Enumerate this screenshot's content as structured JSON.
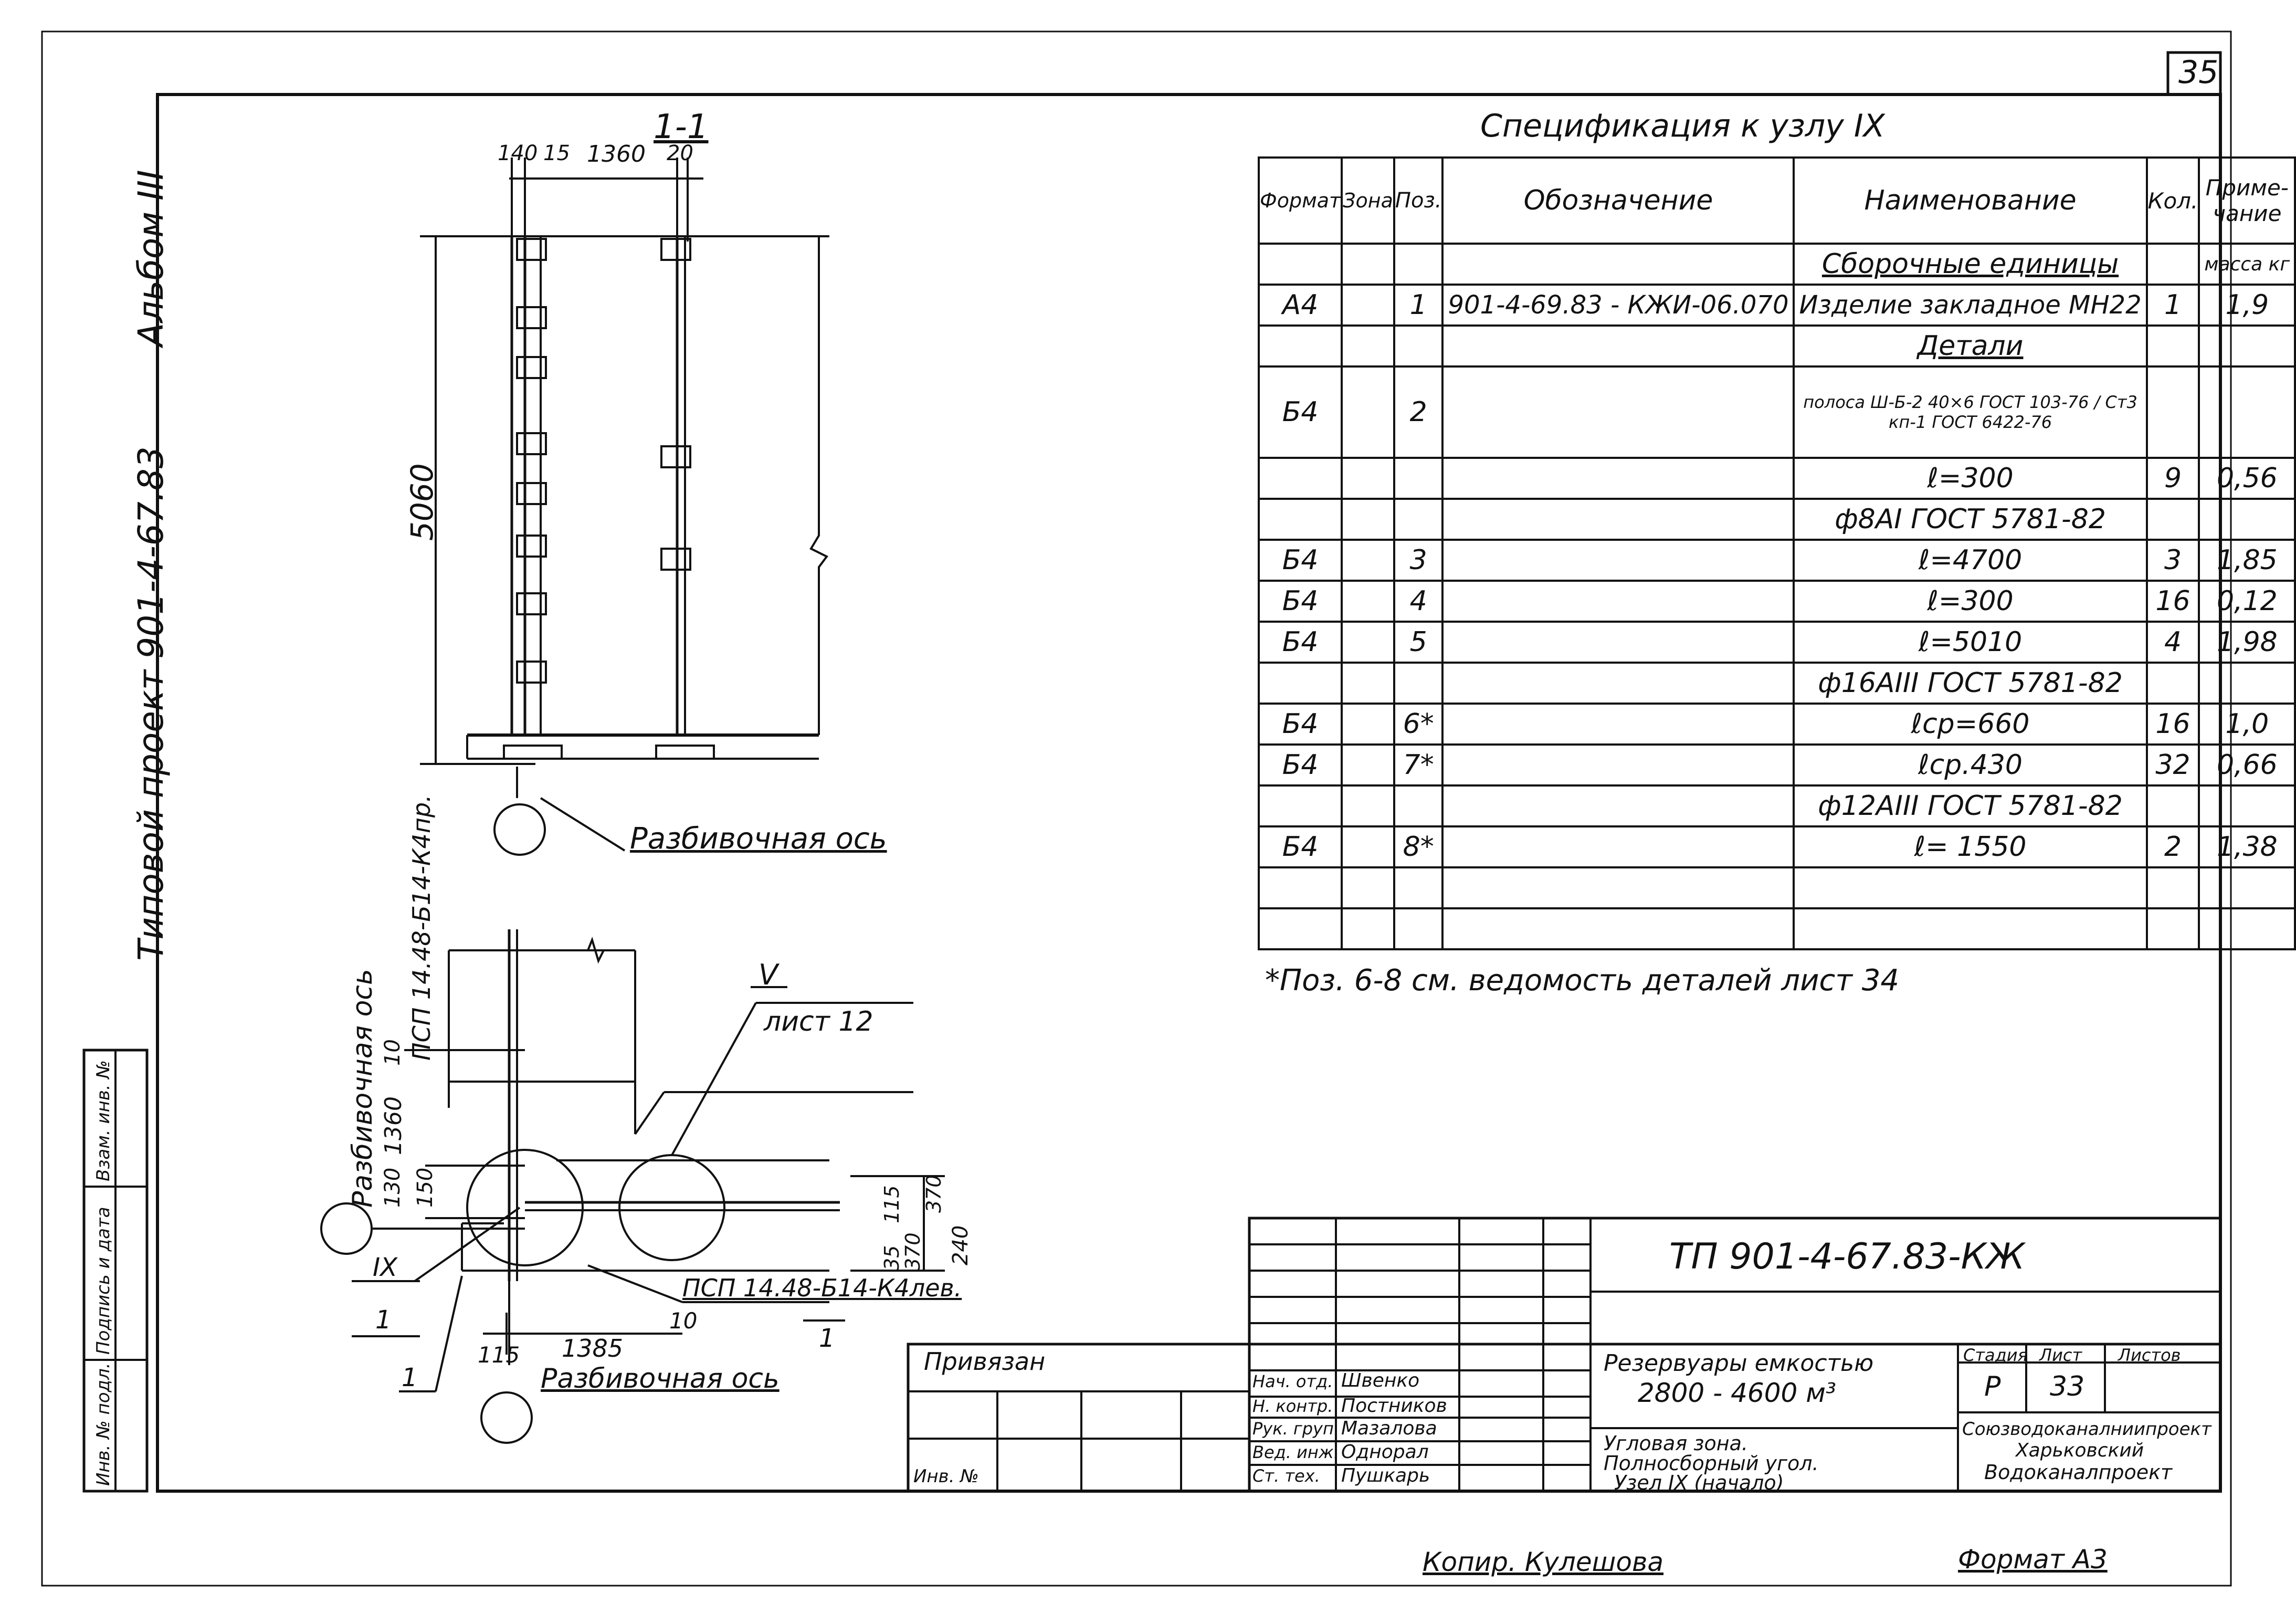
{
  "page_number": "35",
  "album": "Альбом III",
  "project": "Типовой проект 901-4-67.83",
  "spec": {
    "title": "Спецификация к узлу IX",
    "headers": {
      "format": "Формат",
      "zone": "Зона",
      "pos": "Поз.",
      "designation": "Обозначение",
      "name": "Наименование",
      "qty": "Кол.",
      "note": "Приме-чание"
    },
    "rows": [
      {
        "format": "",
        "zone": "",
        "pos": "",
        "designation": "",
        "name": "Сборочные единицы",
        "qty": "",
        "note": "масса кг"
      },
      {
        "format": "А4",
        "zone": "",
        "pos": "1",
        "designation": "901-4-69.83 - КЖИ-06.070",
        "name": "Изделие закладное МН22",
        "qty": "1",
        "note": "1,9"
      },
      {
        "format": "",
        "zone": "",
        "pos": "",
        "designation": "",
        "name": "Детали",
        "qty": "",
        "note": ""
      },
      {
        "format": "Б4",
        "zone": "",
        "pos": "2",
        "designation": "",
        "name": "полоса Ш-Б-2 40×6 ГОСТ 103-76 / Ст3 кп-1 ГОСТ 6422-76",
        "qty": "",
        "note": ""
      },
      {
        "format": "",
        "zone": "",
        "pos": "",
        "designation": "",
        "name": "ℓ=300",
        "qty": "9",
        "note": "0,56"
      },
      {
        "format": "",
        "zone": "",
        "pos": "",
        "designation": "",
        "name": "ф8АI ГОСТ 5781-82",
        "qty": "",
        "note": ""
      },
      {
        "format": "Б4",
        "zone": "",
        "pos": "3",
        "designation": "",
        "name": "ℓ=4700",
        "qty": "3",
        "note": "1,85"
      },
      {
        "format": "Б4",
        "zone": "",
        "pos": "4",
        "designation": "",
        "name": "ℓ=300",
        "qty": "16",
        "note": "0,12"
      },
      {
        "format": "Б4",
        "zone": "",
        "pos": "5",
        "designation": "",
        "name": "ℓ=5010",
        "qty": "4",
        "note": "1,98"
      },
      {
        "format": "",
        "zone": "",
        "pos": "",
        "designation": "",
        "name": "ф16АIII ГОСТ 5781-82",
        "qty": "",
        "note": ""
      },
      {
        "format": "Б4",
        "zone": "",
        "pos": "6*",
        "designation": "",
        "name": "ℓср=660",
        "qty": "16",
        "note": "1,0"
      },
      {
        "format": "Б4",
        "zone": "",
        "pos": "7*",
        "designation": "",
        "name": "ℓср.430",
        "qty": "32",
        "note": "0,66"
      },
      {
        "format": "",
        "zone": "",
        "pos": "",
        "designation": "",
        "name": "ф12АIII ГОСТ 5781-82",
        "qty": "",
        "note": ""
      },
      {
        "format": "Б4",
        "zone": "",
        "pos": "8*",
        "designation": "",
        "name": "ℓ= 1550",
        "qty": "2",
        "note": "1,38"
      },
      {
        "format": "",
        "zone": "",
        "pos": "",
        "designation": "",
        "name": "",
        "qty": "",
        "note": ""
      },
      {
        "format": "",
        "zone": "",
        "pos": "",
        "designation": "",
        "name": "",
        "qty": "",
        "note": ""
      }
    ],
    "footnote": "*Поз. 6-8 см. ведомость деталей лист 34"
  },
  "section": {
    "title": "1-1",
    "dims_top": [
      "140",
      "15",
      "1360",
      "20"
    ],
    "height": "5060",
    "axis_label": "Разбивочная ось"
  },
  "plan": {
    "axis_label_vertical": "Разбивочная ось",
    "panel_top": "ПСП 14.48-Б14-К4пр.",
    "panel_right": "ПСП 14.48-Б14-К4лев.",
    "node_ref": "V",
    "sheet_ref": "лист 12",
    "dims_left": [
      "10",
      "1360",
      "150",
      "130"
    ],
    "dims_right": [
      "115",
      "370",
      "240",
      "35",
      "370"
    ],
    "dims_bottom": [
      "115",
      "1385",
      "10"
    ],
    "node_mark": "IX",
    "section_mark": "1",
    "pos_label": "1",
    "axis_bottom": "Разбивочная ось"
  },
  "side_stamp": {
    "inv_orig": "Инв. № подл.",
    "sign_date": "Подпись и дата",
    "inv_replace": "Взам. инв. №"
  },
  "title_block": {
    "tied": "Привязан",
    "inv_no": "Инв. №",
    "code": "ТП 901-4-67.83-КЖ",
    "subject_line1": "Резервуары емкостью",
    "subject_line2": "2800 - 4600 м³",
    "sheet_line1": "Угловая зона.",
    "sheet_line2": "Полносборный угол.",
    "sheet_line3": "Узел IX (начало)",
    "stage_h": "Стадия",
    "sheet_h": "Лист",
    "sheets_h": "Листов",
    "stage": "Р",
    "sheet": "33",
    "sheets": "",
    "org_line1": "Союзводоканалниипроект",
    "org_line2": "Харьковский",
    "org_line3": "Водоканалпроект",
    "people": [
      {
        "role": "Нач. отд.",
        "name": "Швенко"
      },
      {
        "role": "Н. контр.",
        "name": "Постников"
      },
      {
        "role": "Рук. груп.",
        "name": "Мазалова"
      },
      {
        "role": "Вед. инж.",
        "name": "Однорал"
      },
      {
        "role": "Ст. тех.",
        "name": "Пушкарь"
      }
    ]
  },
  "copied_by": "Копир. Кулешова",
  "format": "Формат А3"
}
